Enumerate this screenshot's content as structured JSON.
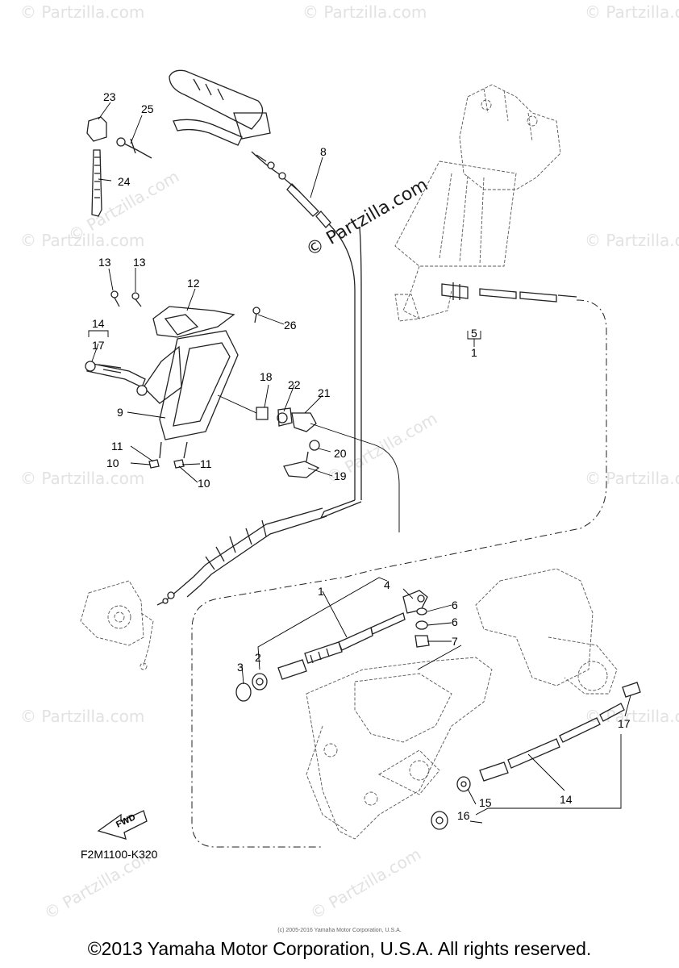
{
  "watermark": {
    "text": "© Partzilla.com"
  },
  "diagram_code": "F2M1100-K320",
  "fwd_label": "FWD",
  "small_copyright": "(c) 2005-2016 Yamaha Motor Corporation, U.S.A.",
  "copyright": "©2013 Yamaha Motor Corporation, U.S.A. All rights reserved.",
  "callouts": {
    "c1a": "1",
    "c1b": "1",
    "c2": "2",
    "c3": "3",
    "c4": "4",
    "c5": "5",
    "c6a": "6",
    "c6b": "6",
    "c7": "7",
    "c8": "8",
    "c9": "9",
    "c10a": "10",
    "c10b": "10",
    "c11a": "11",
    "c11b": "11",
    "c12": "12",
    "c13a": "13",
    "c13b": "13",
    "c14a": "14",
    "c14b": "14",
    "c15": "15",
    "c16": "16",
    "c17a": "17",
    "c17b": "17",
    "c18": "18",
    "c19": "19",
    "c20": "20",
    "c21": "21",
    "c22": "22",
    "c23": "23",
    "c24": "24",
    "c25": "25",
    "c26": "26"
  }
}
